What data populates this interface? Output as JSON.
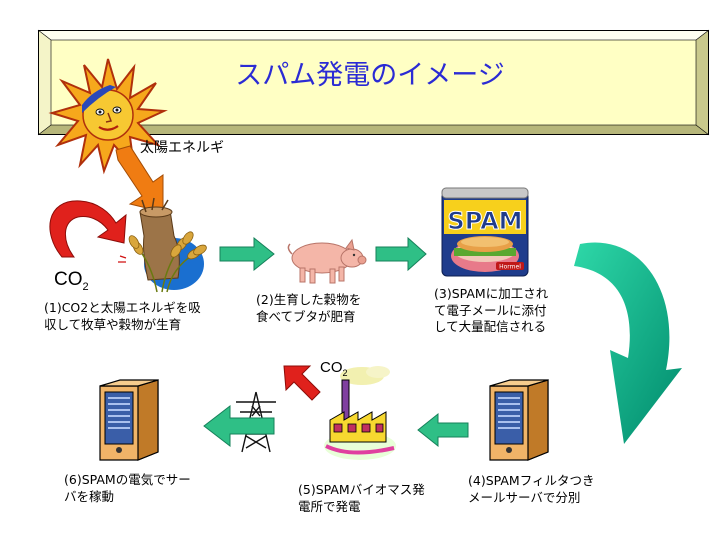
{
  "title": "スパム発電のイメージ",
  "sun_label": "太陽エネルギ",
  "co2": {
    "base": "CO",
    "sub": "2"
  },
  "steps": {
    "s1": [
      "(1)CO2と太陽エネルギを吸",
      "収して牧草や穀物が生育"
    ],
    "s2": [
      "(2)生育した穀物を",
      "食べてブタが肥育"
    ],
    "s3": [
      "(3)SPAMに加工され",
      "て電子メールに添付",
      "して大量配信される"
    ],
    "s4": [
      "(4)SPAMフィルタつき",
      "メールサーバで分別"
    ],
    "s5": [
      "(5)SPAMバイオマス発",
      "電所で発電"
    ],
    "s6": [
      "(6)SPAMの電気でサー",
      "バを稼動"
    ]
  },
  "can": {
    "brand": "SPAM",
    "maker": "Hormel"
  },
  "colors": {
    "banner_fill": "#ffffc4",
    "title": "#2b2bd4",
    "green_arrow": "#2fbf86",
    "teal_arrow": "#00a884",
    "red_arrow": "#e0211c",
    "orange_arrow": "#f07c12"
  },
  "icons": [
    "sun-icon",
    "wheat-icon",
    "pig-icon",
    "spam-can-icon",
    "server-icon",
    "power-plant-icon",
    "transmission-tower-icon"
  ]
}
